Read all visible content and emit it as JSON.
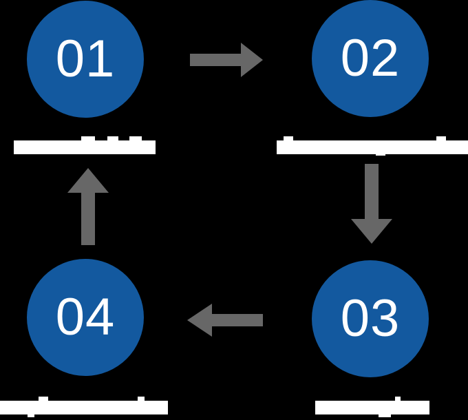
{
  "diagram": {
    "type": "cyclical-process",
    "title": "Four step cyclical process diagram",
    "background_color": "#000000",
    "node_color": "#13599f",
    "node_text_color": "#ffffff",
    "arrow_color": "#676767",
    "label_color": "#ffffff",
    "node_count": 4,
    "arrow_count": 4,
    "direction": "clockwise"
  },
  "nodes": [
    {
      "id": "node-1",
      "number": "01",
      "position": "top-left",
      "label_state": "obscured",
      "label_text": ""
    },
    {
      "id": "node-2",
      "number": "02",
      "position": "top-right",
      "label_state": "obscured",
      "label_text": ""
    },
    {
      "id": "node-3",
      "number": "03",
      "position": "bottom-right",
      "label_state": "obscured",
      "label_text": ""
    },
    {
      "id": "node-4",
      "number": "04",
      "position": "bottom-left",
      "label_state": "obscured",
      "label_text": ""
    }
  ],
  "arrows": [
    {
      "id": "arrow-right",
      "direction": "right",
      "from": "01",
      "to": "02",
      "color": "#676767"
    },
    {
      "id": "arrow-down",
      "direction": "down",
      "from": "02",
      "to": "03",
      "color": "#676767"
    },
    {
      "id": "arrow-left",
      "direction": "left",
      "from": "03",
      "to": "04",
      "color": "#676767"
    },
    {
      "id": "arrow-up",
      "direction": "up",
      "from": "04",
      "to": "01",
      "color": "#676767"
    }
  ],
  "labels": [
    {
      "id": "label-1",
      "for_node": "01",
      "state": "obscured",
      "text": ""
    },
    {
      "id": "label-2",
      "for_node": "02",
      "state": "obscured",
      "text": ""
    },
    {
      "id": "label-3",
      "for_node": "03",
      "state": "obscured",
      "text": ""
    },
    {
      "id": "label-4",
      "for_node": "04",
      "state": "obscured",
      "text": ""
    }
  ]
}
